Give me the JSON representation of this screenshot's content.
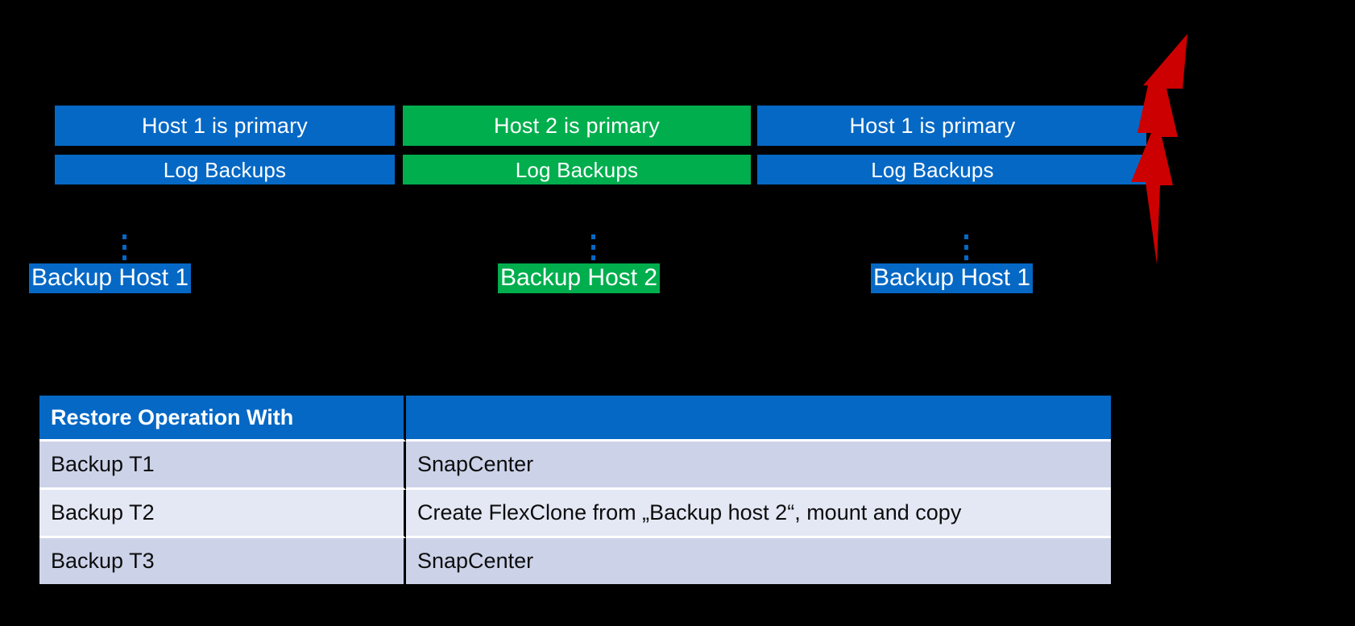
{
  "palette": {
    "background": "#000000",
    "blue": "#0568c5",
    "green": "#00ae4d",
    "red": "#cc0000",
    "white": "#ffffff",
    "row_odd": "#ccd3e9",
    "row_even": "#e4e8f4",
    "text_dark": "#0d0d0d"
  },
  "timeline": {
    "segments": [
      {
        "id": "segment-1",
        "color": "#0568c5",
        "primary_label": "Host 1 is primary",
        "log_label": "Log Backups"
      },
      {
        "id": "segment-2",
        "color": "#00ae4d",
        "primary_label": "Host 2 is primary",
        "log_label": "Log Backups"
      },
      {
        "id": "segment-3",
        "color": "#0568c5",
        "primary_label": "Host 1 is primary",
        "log_label": "Log Backups"
      }
    ]
  },
  "backup_hosts": [
    {
      "id": "backup-host-1-left",
      "label": "Backup Host 1",
      "color": "#0568c5"
    },
    {
      "id": "backup-host-2",
      "label": "Backup Host 2",
      "color": "#00ae4d"
    },
    {
      "id": "backup-host-1-right",
      "label": "Backup Host 1",
      "color": "#0568c5"
    }
  ],
  "failure_marker": {
    "name": "lightning-bolt-icon",
    "color": "#cc0000"
  },
  "table": {
    "headers": [
      "Restore Operation With",
      ""
    ],
    "rows": [
      {
        "operation": "Backup T1",
        "method": "SnapCenter"
      },
      {
        "operation": "Backup T2",
        "method": "Create FlexClone from „Backup host 2“, mount and copy"
      },
      {
        "operation": "Backup T3",
        "method": "SnapCenter"
      }
    ]
  }
}
